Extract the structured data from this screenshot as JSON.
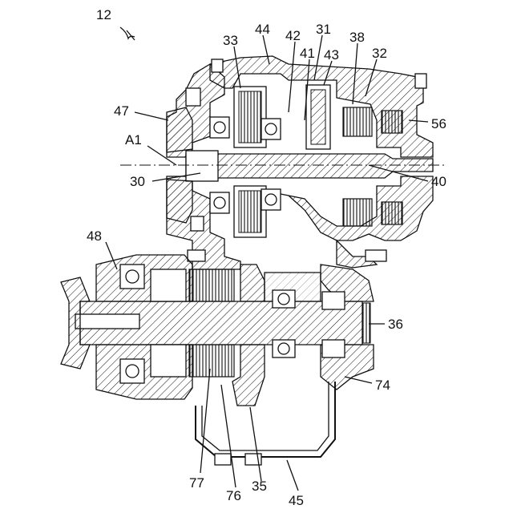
{
  "figure": {
    "figure_ref": "12",
    "axis_label": "A1",
    "callouts": [
      "33",
      "44",
      "42",
      "31",
      "38",
      "41",
      "43",
      "32",
      "47",
      "56",
      "30",
      "40",
      "48",
      "36",
      "74",
      "77",
      "76",
      "35",
      "45"
    ]
  }
}
